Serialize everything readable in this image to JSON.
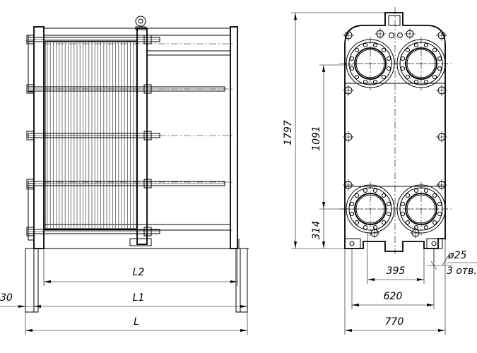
{
  "dimensions": {
    "l2": "L2",
    "l1": "L1",
    "l": "L",
    "offset": "30",
    "height_total": "1797",
    "height_ports": "1091",
    "height_bottom": "314",
    "width_395": "395",
    "width_620": "620",
    "width_770": "770",
    "hole_diameter": "ø25",
    "hole_count": "3 отв."
  }
}
